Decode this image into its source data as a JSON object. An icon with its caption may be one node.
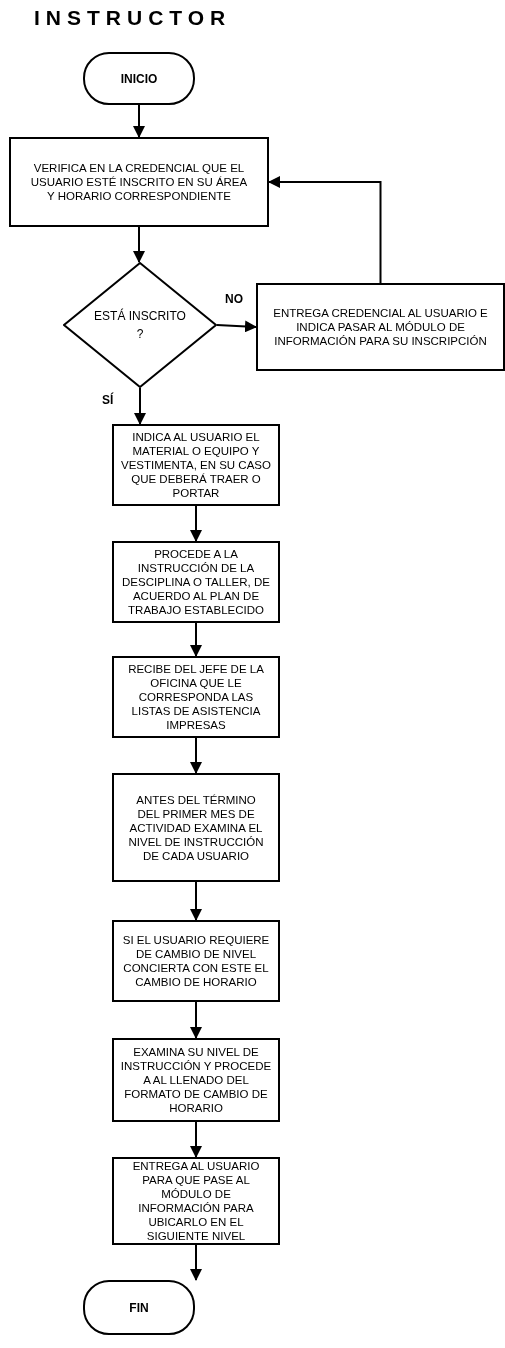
{
  "diagram": {
    "title": "INSTRUCTOR",
    "nodes": [
      {
        "text": [
          "INICIO"
        ]
      },
      {
        "text": [
          "VERIFICA EN LA CREDENCIAL QUE EL USUARIO ESTÉ INSCRITO EN SU ÁREA Y HORARIO CORRESPONDIENTE"
        ]
      },
      {
        "text": [
          "ESTÁ INSCRITO ?"
        ]
      },
      {
        "text": [
          "ENTREGA CREDENCIAL AL USUARIO E INDICA PASAR AL MÓDULO DE INFORMACIÓN PARA SU INSCRIPCIÓN"
        ]
      },
      {
        "text": [
          "INDICA AL USUARIO EL MATERIAL O EQUIPO Y VESTIMENTA, EN SU CASO QUE DEBERÁ TRAER O PORTAR"
        ]
      },
      {
        "text": [
          "PROCEDE A LA INSTRUCCIÓN DE LA DESCIPLINA O TALLER, DE ACUERDO AL PLAN DE TRABAJO ESTABLECIDO"
        ]
      },
      {
        "text": [
          "RECIBE DEL JEFE DE LA OFICINA QUE LE CORRESPONDA LAS LISTAS DE ASISTENCIA IMPRESAS"
        ]
      },
      {
        "text": [
          "ANTES DEL TÉRMINO DEL PRIMER MES DE ACTIVIDAD EXAMINA EL NIVEL DE INSTRUCCIÓN DE CADA USUARIO"
        ]
      },
      {
        "text": [
          "SI EL USUARIO REQUIERE DE CAMBIO DE NIVEL CONCIERTA CON ESTE EL CAMBIO DE HORARIO"
        ]
      },
      {
        "text": [
          "EXAMINA SU NIVEL DE INSTRUCCIÓN Y PROCEDE A AL LLENADO DEL FORMATO DE CAMBIO DE HORARIO"
        ]
      },
      {
        "text": [
          "ENTREGA AL USUARIO PARA QUE PASE AL MÓDULO DE INFORMACIÓN PARA UBICARLO EN EL SIGUIENTE NIVEL"
        ]
      },
      {
        "text": [
          "FIN"
        ]
      }
    ],
    "edges": [
      {
        "from": 0,
        "to": 1,
        "arrow": "to"
      },
      {
        "from": 1,
        "to": 2,
        "arrow": "to"
      },
      {
        "from": 2,
        "to": 3,
        "arrow": "to",
        "label": "NO"
      },
      {
        "from": 3,
        "to": 1,
        "arrow": "to"
      },
      {
        "from": 2,
        "to": 4,
        "arrow": "to",
        "label": "SÍ"
      },
      {
        "from": 4,
        "to": 5,
        "arrow": "to"
      },
      {
        "from": 5,
        "to": 6,
        "arrow": "to"
      },
      {
        "from": 6,
        "to": 7,
        "arrow": "to"
      },
      {
        "from": 7,
        "to": 8,
        "arrow": "to"
      },
      {
        "from": 8,
        "to": 9,
        "arrow": "to"
      },
      {
        "from": 9,
        "to": 10,
        "arrow": "to"
      },
      {
        "from": 10,
        "to": 11,
        "arrow": "to"
      }
    ]
  }
}
